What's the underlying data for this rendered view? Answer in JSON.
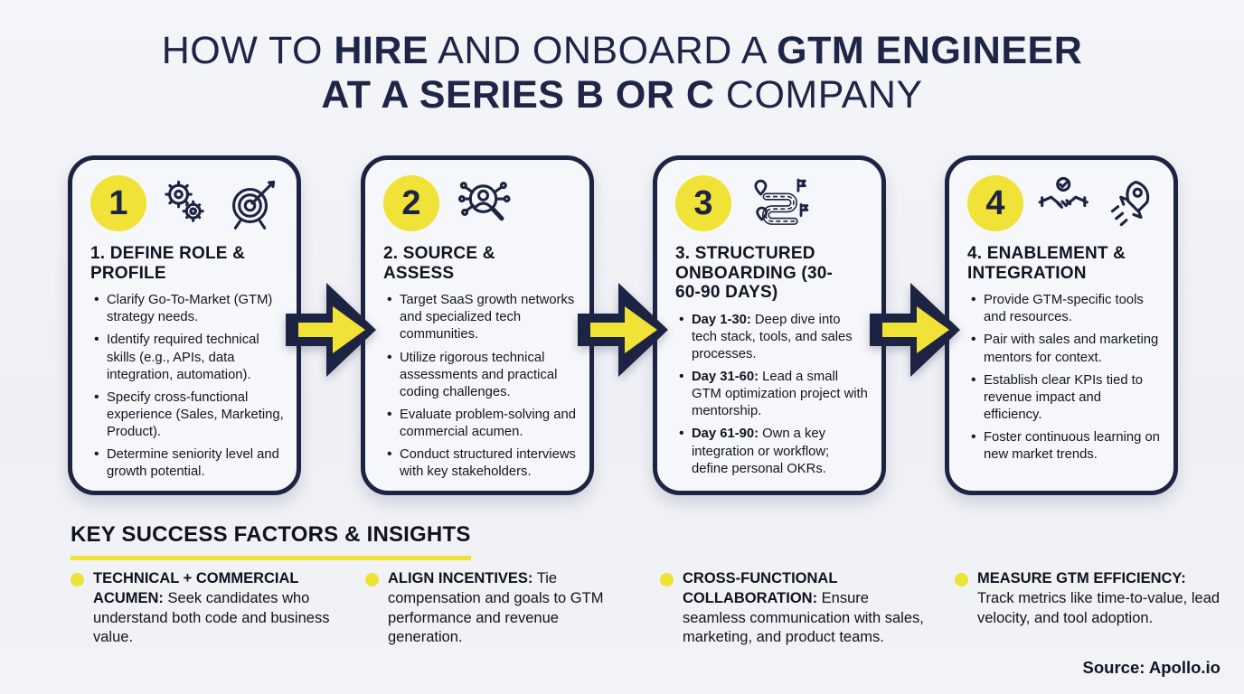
{
  "page": {
    "background": "#eef0f5",
    "navy": "#1d2342",
    "yellow": "#f0e236",
    "source": "Source: Apollo.io"
  },
  "title": {
    "line1": [
      {
        "text": "HOW TO ",
        "bold": false
      },
      {
        "text": "HIRE",
        "bold": true
      },
      {
        "text": " AND ONBOARD A ",
        "bold": false
      },
      {
        "text": "GTM ENGINEER",
        "bold": true
      }
    ],
    "line2": [
      {
        "text": "AT A SERIES B OR C",
        "bold": true
      },
      {
        "text": " COMPANY",
        "bold": false
      }
    ]
  },
  "steps": [
    {
      "number": "1",
      "icons": [
        "gears-icon",
        "target-icon"
      ],
      "title": "1. DEFINE ROLE & PROFILE",
      "bullets": [
        {
          "bold": "",
          "text": "Clarify Go-To-Market (GTM) strategy needs."
        },
        {
          "bold": "",
          "text": "Identify required technical skills (e.g., APIs, data integration, automation)."
        },
        {
          "bold": "",
          "text": "Specify cross-functional experience (Sales, Marketing, Product)."
        },
        {
          "bold": "",
          "text": "Determine seniority level and growth potential."
        }
      ]
    },
    {
      "number": "2",
      "icons": [
        "candidate-search-icon"
      ],
      "title": "2. SOURCE & ASSESS",
      "bullets": [
        {
          "bold": "",
          "text": "Target SaaS growth networks and specialized tech communities."
        },
        {
          "bold": "",
          "text": "Utilize rigorous technical assessments and practical coding challenges."
        },
        {
          "bold": "",
          "text": "Evaluate problem-solving and commercial acumen."
        },
        {
          "bold": "",
          "text": "Conduct structured interviews with key stakeholders."
        }
      ]
    },
    {
      "number": "3",
      "icons": [
        "roadmap-icon"
      ],
      "title": "3. STRUCTURED ONBOARDING (30-60-90 DAYS)",
      "bullets": [
        {
          "bold": "Day 1-30:",
          "text": " Deep dive into tech stack, tools, and sales processes."
        },
        {
          "bold": "Day 31-60:",
          "text": " Lead a small GTM optimization project with mentorship."
        },
        {
          "bold": "Day 61-90:",
          "text": " Own a key integration or workflow; define personal OKRs."
        }
      ]
    },
    {
      "number": "4",
      "icons": [
        "handshake-check-icon",
        "rocket-icon"
      ],
      "title": "4. ENABLEMENT & INTEGRATION",
      "bullets": [
        {
          "bold": "",
          "text": "Provide GTM-specific tools and resources."
        },
        {
          "bold": "",
          "text": "Pair with sales and marketing mentors for context."
        },
        {
          "bold": "",
          "text": "Establish clear KPIs tied to revenue impact and efficiency."
        },
        {
          "bold": "",
          "text": "Foster continuous learning on new market trends."
        }
      ]
    }
  ],
  "insights": {
    "heading": "KEY SUCCESS FACTORS & INSIGHTS",
    "items": [
      {
        "bold": "TECHNICAL + COMMERCIAL ACUMEN:",
        "text": " Seek candidates who understand both code and business value."
      },
      {
        "bold": "ALIGN INCENTIVES:",
        "text": " Tie compensation and goals to GTM performance and revenue generation."
      },
      {
        "bold": "CROSS-FUNCTIONAL COLLABORATION:",
        "text": " Ensure seamless communication with sales, marketing, and product teams."
      },
      {
        "bold": "MEASURE GTM EFFICIENCY:",
        "text": " Track metrics like time-to-value, lead velocity, and tool adoption."
      }
    ]
  }
}
